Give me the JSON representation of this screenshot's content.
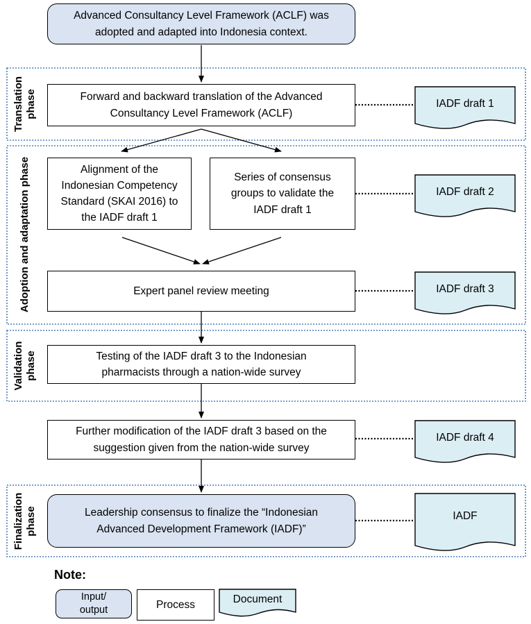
{
  "phases": {
    "translation": "Translation phase",
    "adoption": "Adoption and adaptation phase",
    "validation": "Validation phase",
    "finalization": "Finalization phase"
  },
  "nodes": {
    "start": "Advanced Consultancy Level Framework (ACLF) was adopted and adapted into Indonesia context.",
    "translation": "Forward and backward translation of the Advanced Consultancy Level Framework (ACLF)",
    "alignment": "Alignment of the Indonesian Competency Standard (SKAI 2016) to the IADF draft 1",
    "consensus": "Series of consensus groups to validate the IADF draft 1",
    "expert": "Expert panel review meeting",
    "testing": "Testing of the IADF draft 3 to the Indonesian pharmacists through a nation-wide survey",
    "modification": "Further modification of the IADF draft 3 based on the suggestion given from the nation-wide survey",
    "leadership": "Leadership consensus to finalize the “Indonesian Advanced Development Framework (IADF)”"
  },
  "documents": {
    "d1": "IADF draft 1",
    "d2": "IADF draft 2",
    "d3": "IADF draft 3",
    "d4": "IADF draft 4",
    "d5": "IADF"
  },
  "legend": {
    "title": "Note:",
    "io": "Input/ output",
    "process": "Process",
    "document": "Document"
  },
  "colors": {
    "io_fill": "#d9e3f1",
    "document_fill": "#dbeef4",
    "phase_border": "#4a7ebb"
  }
}
